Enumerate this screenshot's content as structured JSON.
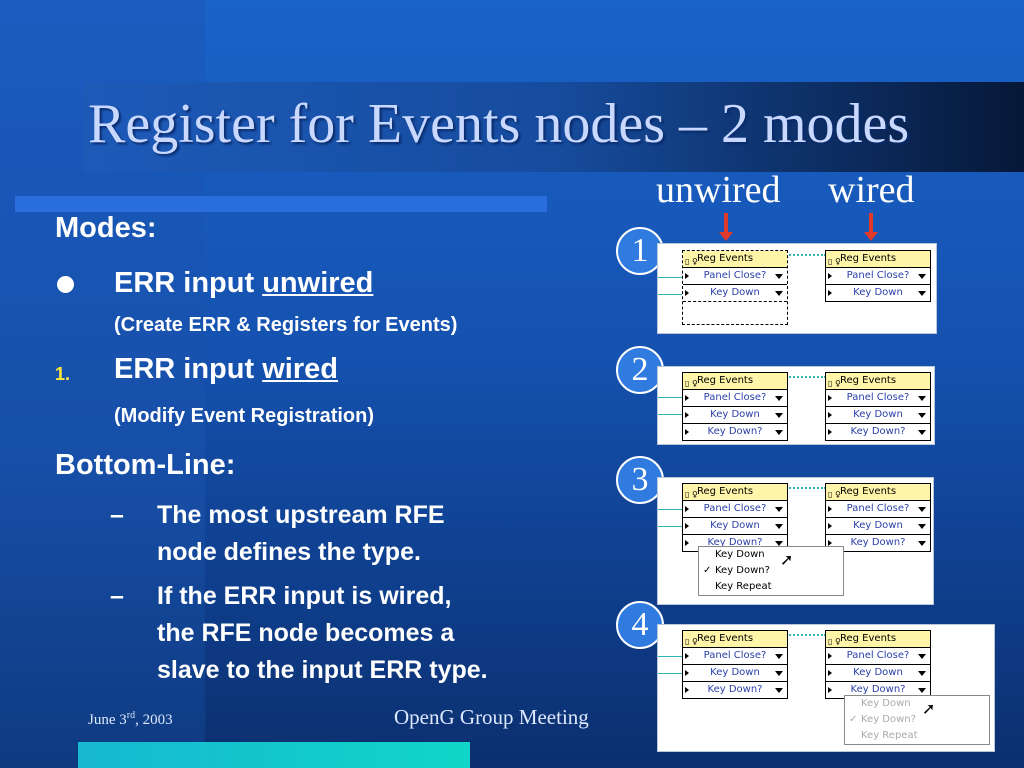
{
  "slide": {
    "title": "Register for Events nodes – 2 modes",
    "modes_heading": "Modes:",
    "mode1": {
      "text": "ERR input ",
      "emph": "unwired",
      "note": "(Create ERR & Registers for Events)"
    },
    "mode2": {
      "number": "1.",
      "text": "ERR input ",
      "emph": "wired",
      "note": "(Modify Event Registration)"
    },
    "bottom_heading": "Bottom-Line:",
    "points": [
      {
        "dash": "–",
        "lines": [
          "The most upstream RFE",
          "node defines the type."
        ]
      },
      {
        "dash": "–",
        "lines": [
          "If the ERR input is wired,",
          "the RFE node becomes a",
          "slave to the input ERR type."
        ]
      }
    ],
    "footer_date_pre": "June 3",
    "footer_date_sup": "rd",
    "footer_date_post": ", 2003",
    "footer_center": "OpenG Group Meeting"
  },
  "labels": {
    "unwired": "unwired",
    "wired": "wired"
  },
  "accent_color": "#e23a2a",
  "diagram": {
    "node_title": "Reg Events",
    "steps": [
      "1",
      "2",
      "3",
      "4"
    ],
    "rows_1": [
      "Panel Close?",
      "Key Down"
    ],
    "rows_2": [
      "Panel Close?",
      "Key Down",
      "Key Down?"
    ],
    "menu": [
      "Key Down",
      "Key Down?",
      "Key Repeat"
    ]
  }
}
